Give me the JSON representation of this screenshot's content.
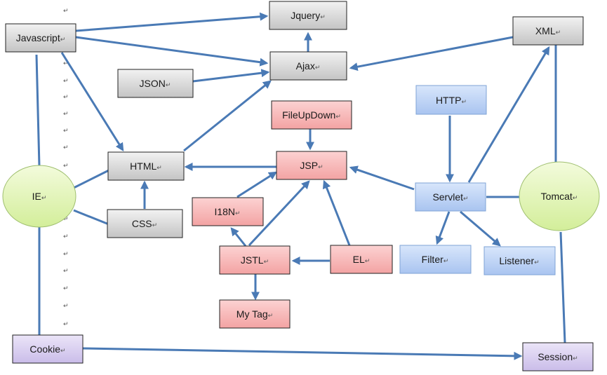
{
  "nodes": {
    "javascript": {
      "label": "Javascript"
    },
    "jquery": {
      "label": "Jquery"
    },
    "ajax": {
      "label": "Ajax"
    },
    "json": {
      "label": "JSON"
    },
    "xml": {
      "label": "XML"
    },
    "html": {
      "label": "HTML"
    },
    "css": {
      "label": "CSS"
    },
    "ie": {
      "label": "IE"
    },
    "cookie": {
      "label": "Cookie"
    },
    "fileupdown": {
      "label": "FileUpDown"
    },
    "jsp": {
      "label": "JSP"
    },
    "i18n": {
      "label": "I18N"
    },
    "jstl": {
      "label": "JSTL"
    },
    "el": {
      "label": "EL"
    },
    "mytag": {
      "label": "My Tag"
    },
    "http": {
      "label": "HTTP"
    },
    "servlet": {
      "label": "Servlet"
    },
    "filter": {
      "label": "Filter"
    },
    "listener": {
      "label": "Listener"
    },
    "tomcat": {
      "label": "Tomcat"
    },
    "session": {
      "label": "Session"
    }
  },
  "colors": {
    "gray": "#d0d0d0",
    "red": "#f7b4b4",
    "blue": "#bcd2f5",
    "green": "#e2f5b8",
    "purple": "#d7ccf0",
    "connector": "#4a7ab5"
  },
  "paragraph_mark": "↵"
}
